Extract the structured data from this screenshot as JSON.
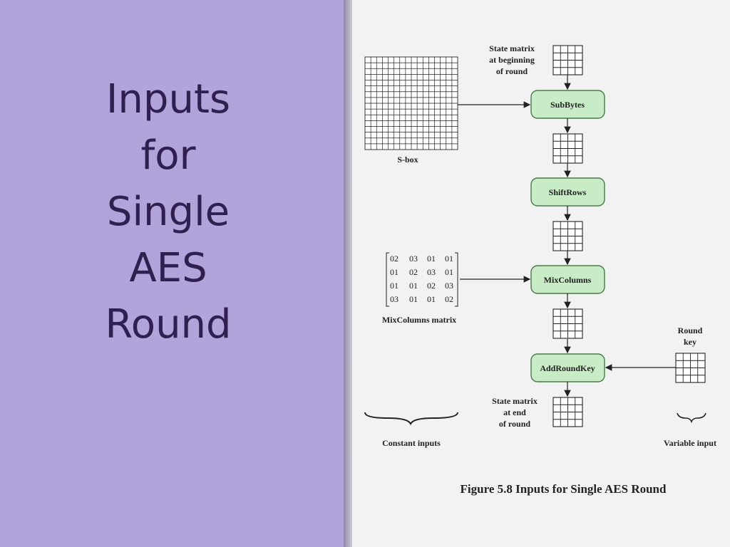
{
  "slide": {
    "title_lines": [
      "Inputs",
      "for",
      "Single",
      "AES",
      "Round"
    ]
  },
  "figure": {
    "state_begin_label": [
      "State matrix",
      "at beginning",
      "of round"
    ],
    "sbox_label": "S-box",
    "steps": {
      "subbytes": "SubBytes",
      "shiftrows": "ShiftRows",
      "mixcolumns": "MixColumns",
      "addroundkey": "AddRoundKey"
    },
    "mixcolumns_matrix": [
      [
        "02",
        "03",
        "01",
        "01"
      ],
      [
        "01",
        "02",
        "03",
        "01"
      ],
      [
        "01",
        "01",
        "02",
        "03"
      ],
      [
        "03",
        "01",
        "01",
        "02"
      ]
    ],
    "mixcolumns_label": "MixColumns matrix",
    "round_key_label": [
      "Round",
      "key"
    ],
    "state_end_label": [
      "State matrix",
      "at end",
      "of round"
    ],
    "constant_inputs_label": "Constant inputs",
    "variable_input_label": "Variable input",
    "caption": "Figure 5.8  Inputs for Single AES Round",
    "colors": {
      "step_fill": "#c8ecc6",
      "step_stroke": "#4a7a4a"
    }
  }
}
